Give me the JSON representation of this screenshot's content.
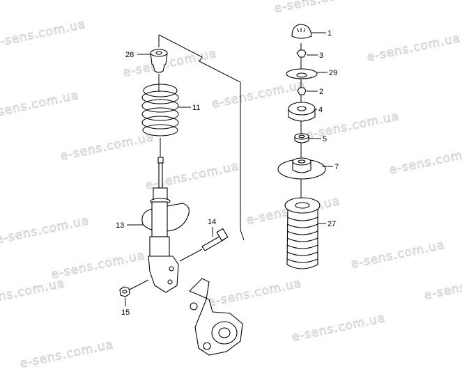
{
  "watermark": "e-sens.com.ua",
  "callouts": {
    "p1": "1",
    "p2": "2",
    "p3": "3",
    "p4": "4",
    "p5": "5",
    "p7": "7",
    "p11": "11",
    "p13": "13",
    "p14": "14",
    "p15": "15",
    "p27": "27",
    "p28": "28",
    "p29": "29"
  }
}
